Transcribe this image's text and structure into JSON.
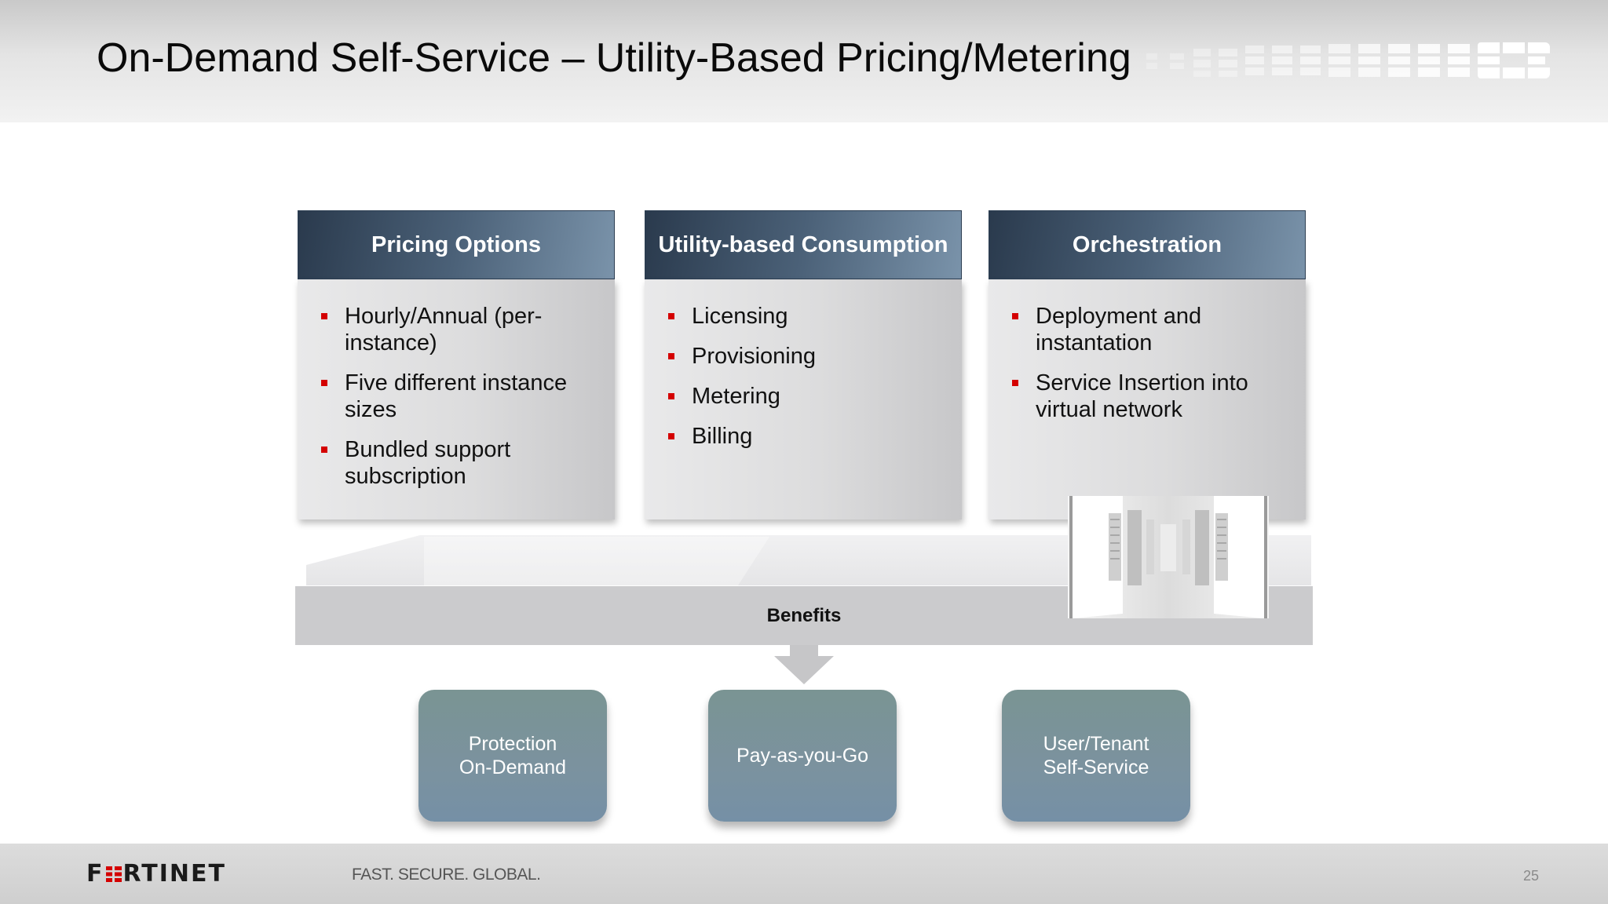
{
  "slide": {
    "title": "On-Demand Self-Service – Utility-Based Pricing/Metering",
    "page_number": "25"
  },
  "columns": [
    {
      "heading": "Pricing Options",
      "items": [
        "Hourly/Annual (per-instance)",
        "Five different instance sizes",
        "Bundled support subscription"
      ]
    },
    {
      "heading": "Utility-based Consumption",
      "items": [
        "Licensing",
        "Provisioning",
        "Metering",
        "Billing"
      ]
    },
    {
      "heading": "Orchestration",
      "items": [
        "Deployment and instantation",
        "Service Insertion into virtual network"
      ]
    }
  ],
  "benefits": {
    "label": "Benefits",
    "boxes": [
      {
        "line1": "Protection",
        "line2": "On-Demand"
      },
      {
        "line1": "Pay-as-you-Go",
        "line2": ""
      },
      {
        "line1": "User/Tenant",
        "line2": "Self-Service"
      }
    ]
  },
  "footer": {
    "logo_text_a": "F",
    "logo_text_b": "RTINET",
    "logo_mark": "FORTINET",
    "tagline": "FAST. SECURE. GLOBAL."
  },
  "colors": {
    "header_dark": "#2a3a4d",
    "header_light": "#7a93aa",
    "bullet": "#d40000",
    "benefit_box": "#7a9493",
    "benefits_bar": "#cbcbcd"
  }
}
